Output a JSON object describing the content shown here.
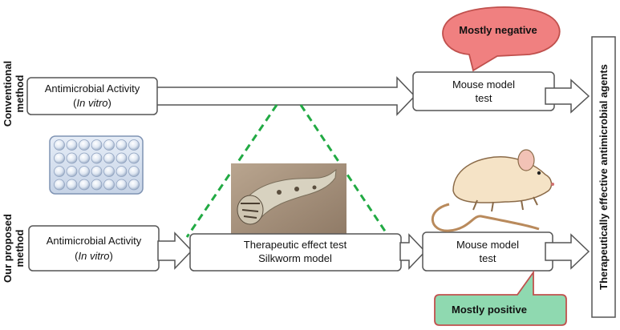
{
  "conventional": {
    "row_label_line1": "Conventional",
    "row_label_line2": "method",
    "antimicrobial_line1": "Antimicrobial Activity",
    "antimicrobial_line2_open": "(",
    "antimicrobial_line2_italic": "In vitro",
    "antimicrobial_line2_close": ")",
    "mouse_line1": "Mouse model",
    "mouse_line2": "test",
    "callout": "Mostly negative"
  },
  "proposed": {
    "row_label_line1": "Our proposed",
    "row_label_line2": "method",
    "antimicrobial_line1": "Antimicrobial Activity",
    "antimicrobial_line2_open": "(",
    "antimicrobial_line2_italic": "In vitro",
    "antimicrobial_line2_close": ")",
    "silkworm_line1": "Therapeutic effect test",
    "silkworm_line2": "Silkworm model",
    "mouse_line1": "Mouse model",
    "mouse_line2": "test",
    "callout": "Mostly positive"
  },
  "result_label": "Therapeutically effective antimicrobial agents",
  "colors": {
    "negative_fill": "#f08080",
    "negative_stroke": "#c0504d",
    "positive_fill": "#8fd9b0",
    "positive_stroke": "#c0504d",
    "dashed_line": "#22aa44",
    "box_stroke": "#555555"
  },
  "icons": {
    "plate": "microplate-icon",
    "silkworm": "silkworm-photo",
    "mouse": "mouse-icon"
  }
}
